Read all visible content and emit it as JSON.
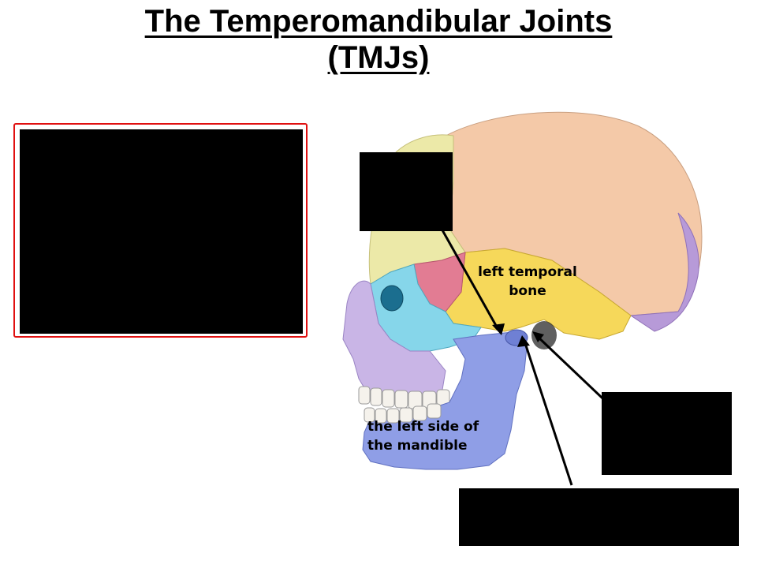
{
  "title": {
    "line1": "The Temperomandibular Joints",
    "line2": "(TMJs)"
  },
  "labels": {
    "temporal_line1": "left temporal",
    "temporal_line2": "bone",
    "mandible_line1": "the left side of",
    "mandible_line2": "the  mandible"
  },
  "colors": {
    "parietal": "#f4c9a8",
    "frontal": "#ece9a8",
    "temporal": "#f6d85a",
    "occipital": "#b79ad8",
    "mandible": "#8f9ee6",
    "maxilla": "#c9b5e6",
    "zygomatic": "#86d6ea",
    "sphenoid": "#e27c93",
    "highlight_border": "#e01010"
  }
}
